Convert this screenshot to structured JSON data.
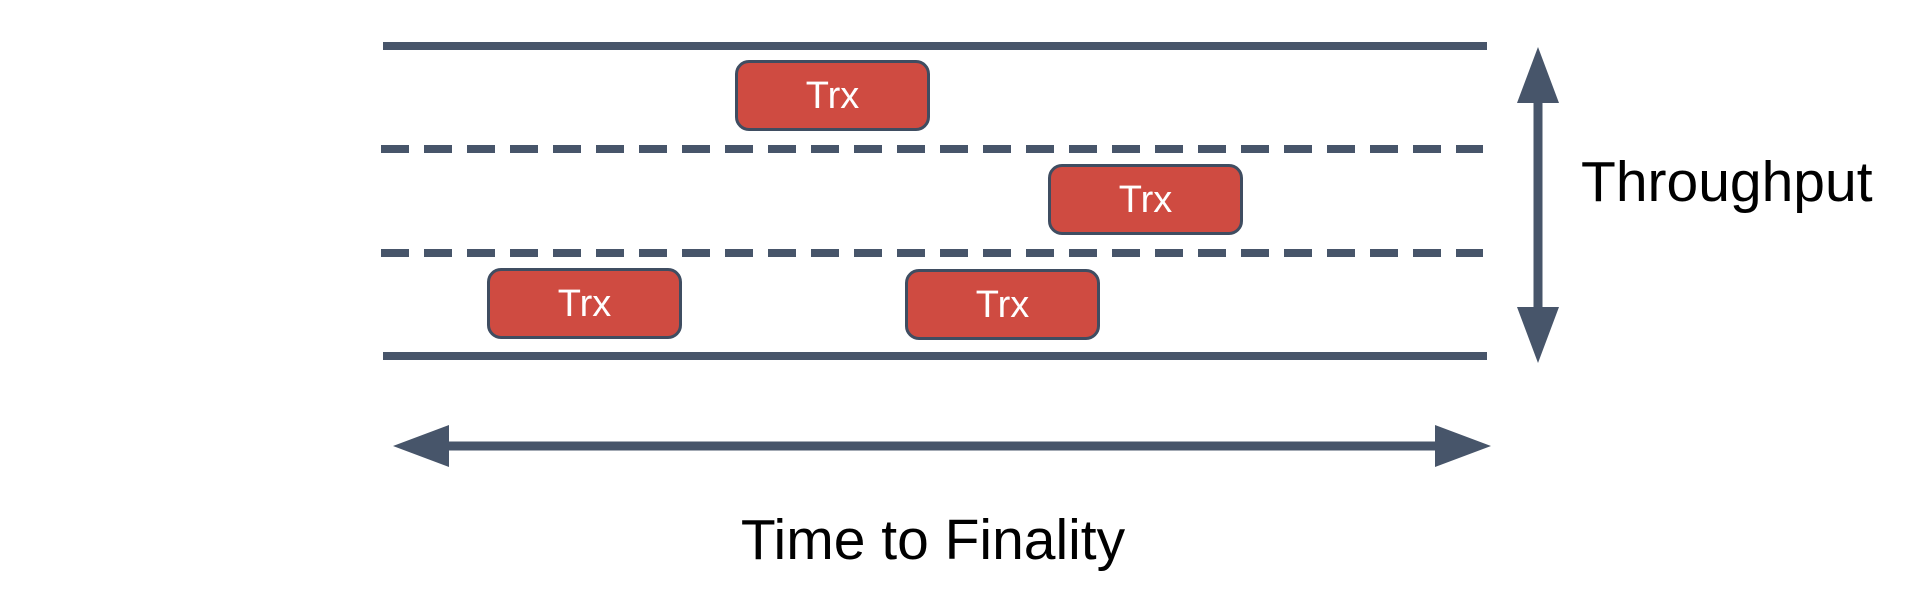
{
  "diagram": {
    "type": "multi-lane throughput vs finality diagram",
    "labels": {
      "throughput": "Throughput",
      "time_to_finality": "Time to Finality"
    },
    "boxes": [
      {
        "label": "Trx",
        "lane": 1
      },
      {
        "label": "Trx",
        "lane": 2
      },
      {
        "label": "Trx",
        "lane": 3
      },
      {
        "label": "Trx",
        "lane": 3
      }
    ],
    "lanes": {
      "count": 3,
      "boundaries": [
        "solid",
        "dashed",
        "dashed",
        "solid"
      ]
    },
    "icons": {
      "vertical_axis": "double-headed-vertical-arrow-icon",
      "horizontal_axis": "double-headed-horizontal-arrow-icon"
    },
    "colors": {
      "line": "#47556a",
      "box_fill": "#cf4b41",
      "box_border": "#3f4d61",
      "box_text": "#ffffff",
      "label_text": "#000000",
      "background": "#ffffff"
    }
  }
}
